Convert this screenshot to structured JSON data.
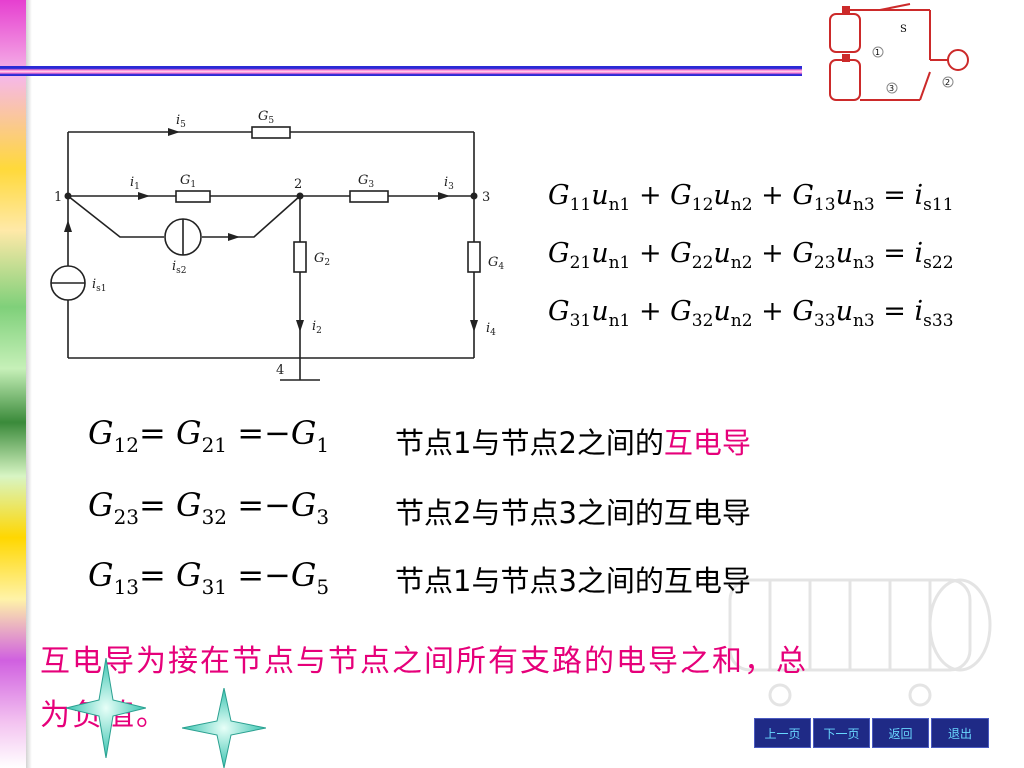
{
  "circuit": {
    "nodes": [
      "1",
      "2",
      "3",
      "4"
    ],
    "labels": {
      "i5": "i",
      "i5_sub": "5",
      "G5": "G",
      "G5_sub": "5",
      "i1": "i",
      "i1_sub": "1",
      "G1": "G",
      "G1_sub": "1",
      "G3": "G",
      "G3_sub": "3",
      "i3": "i",
      "i3_sub": "3",
      "is2": "i",
      "is2_sub": "s2",
      "G2": "G",
      "G2_sub": "2",
      "G4": "G",
      "G4_sub": "4",
      "i2": "i",
      "i2_sub": "2",
      "i4": "i",
      "i4_sub": "4",
      "is1": "i",
      "is1_sub": "s1"
    }
  },
  "decor": {
    "switch_label": "S",
    "marker1": "1",
    "marker2": "2",
    "marker3": "3"
  },
  "equations": [
    {
      "terms": [
        {
          "coef": "G",
          "coef_sub": "11",
          "var": "u",
          "var_sub": "n1"
        },
        {
          "coef": "G",
          "coef_sub": "12",
          "var": "u",
          "var_sub": "n2"
        },
        {
          "coef": "G",
          "coef_sub": "13",
          "var": "u",
          "var_sub": "n3"
        }
      ],
      "rhs": "i",
      "rhs_sub": "s11"
    },
    {
      "terms": [
        {
          "coef": "G",
          "coef_sub": "21",
          "var": "u",
          "var_sub": "n1"
        },
        {
          "coef": "G",
          "coef_sub": "22",
          "var": "u",
          "var_sub": "n2"
        },
        {
          "coef": "G",
          "coef_sub": "23",
          "var": "u",
          "var_sub": "n3"
        }
      ],
      "rhs": "i",
      "rhs_sub": "s22"
    },
    {
      "terms": [
        {
          "coef": "G",
          "coef_sub": "31",
          "var": "u",
          "var_sub": "n1"
        },
        {
          "coef": "G",
          "coef_sub": "32",
          "var": "u",
          "var_sub": "n2"
        },
        {
          "coef": "G",
          "coef_sub": "33",
          "var": "u",
          "var_sub": "n3"
        }
      ],
      "rhs": "i",
      "rhs_sub": "s33"
    }
  ],
  "mutual": [
    {
      "a": "G",
      "a_sub": "12",
      "eq1": "=",
      "b": "G",
      "b_sub": "21",
      "eq2": "=−",
      "c": "G",
      "c_sub": "1",
      "text_pre": "节点1与节点2之间的",
      "text_hl": "互电导"
    },
    {
      "a": "G",
      "a_sub": "23",
      "eq1": "=",
      "b": "G",
      "b_sub": "32",
      "eq2": "=−",
      "c": "G",
      "c_sub": "3",
      "text_pre": "节点2与节点3之间的互电导",
      "text_hl": ""
    },
    {
      "a": "G",
      "a_sub": "13",
      "eq1": "=",
      "b": "G",
      "b_sub": "31",
      "eq2": "=−",
      "c": "G",
      "c_sub": "5",
      "text_pre": "节点1与节点3之间的互电导",
      "text_hl": ""
    }
  ],
  "conclusion": {
    "line1": "互电导为接在节点与节点之间所有支路的电导之和，总",
    "line2": "为负值。"
  },
  "nav": {
    "prev": "上一页",
    "next": "下一页",
    "back": "返回",
    "exit": "退出"
  },
  "colors": {
    "highlight": "#e6007a",
    "nav_bg": "#1f2a86",
    "nav_text": "#6ad8ff",
    "decor_red": "#cc2a2a"
  }
}
